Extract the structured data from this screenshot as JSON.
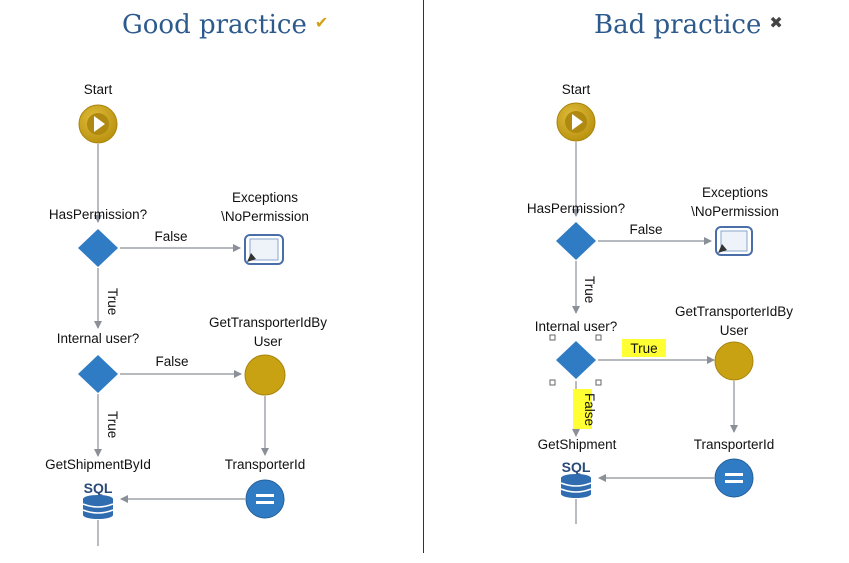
{
  "left": {
    "title": "Good practice",
    "mark": "✔",
    "nodes": {
      "start": "Start",
      "check1": "HasPermission?",
      "exc_line1": "Exceptions",
      "exc_line2": "\\NoPermission",
      "check2": "Internal user?",
      "action_line1": "GetTransporterIdBy",
      "action_line2": "User",
      "assign": "TransporterId",
      "query": "GetShipmentById",
      "sql": "SQL"
    },
    "edges": {
      "false1": "False",
      "true1": "True",
      "false2": "False",
      "true2": "True"
    }
  },
  "right": {
    "title": "Bad practice",
    "mark": "✖",
    "nodes": {
      "start": "Start",
      "check1": "HasPermission?",
      "exc_line1": "Exceptions",
      "exc_line2": "\\NoPermission",
      "check2": "Internal user?",
      "action_line1": "GetTransporterIdBy",
      "action_line2": "User",
      "assign": "TransporterId",
      "query": "GetShipment",
      "sql": "SQL"
    },
    "edges": {
      "false1": "False",
      "true1": "True",
      "true2": "True",
      "false2": "False"
    }
  },
  "colors": {
    "title": "#2d5a8c",
    "start_gold": "#c9a214",
    "decision_blue": "#2f7cc4",
    "assign_blue": "#2f7cc4",
    "highlight": "#ffff33",
    "arrow": "#8a8f98"
  }
}
